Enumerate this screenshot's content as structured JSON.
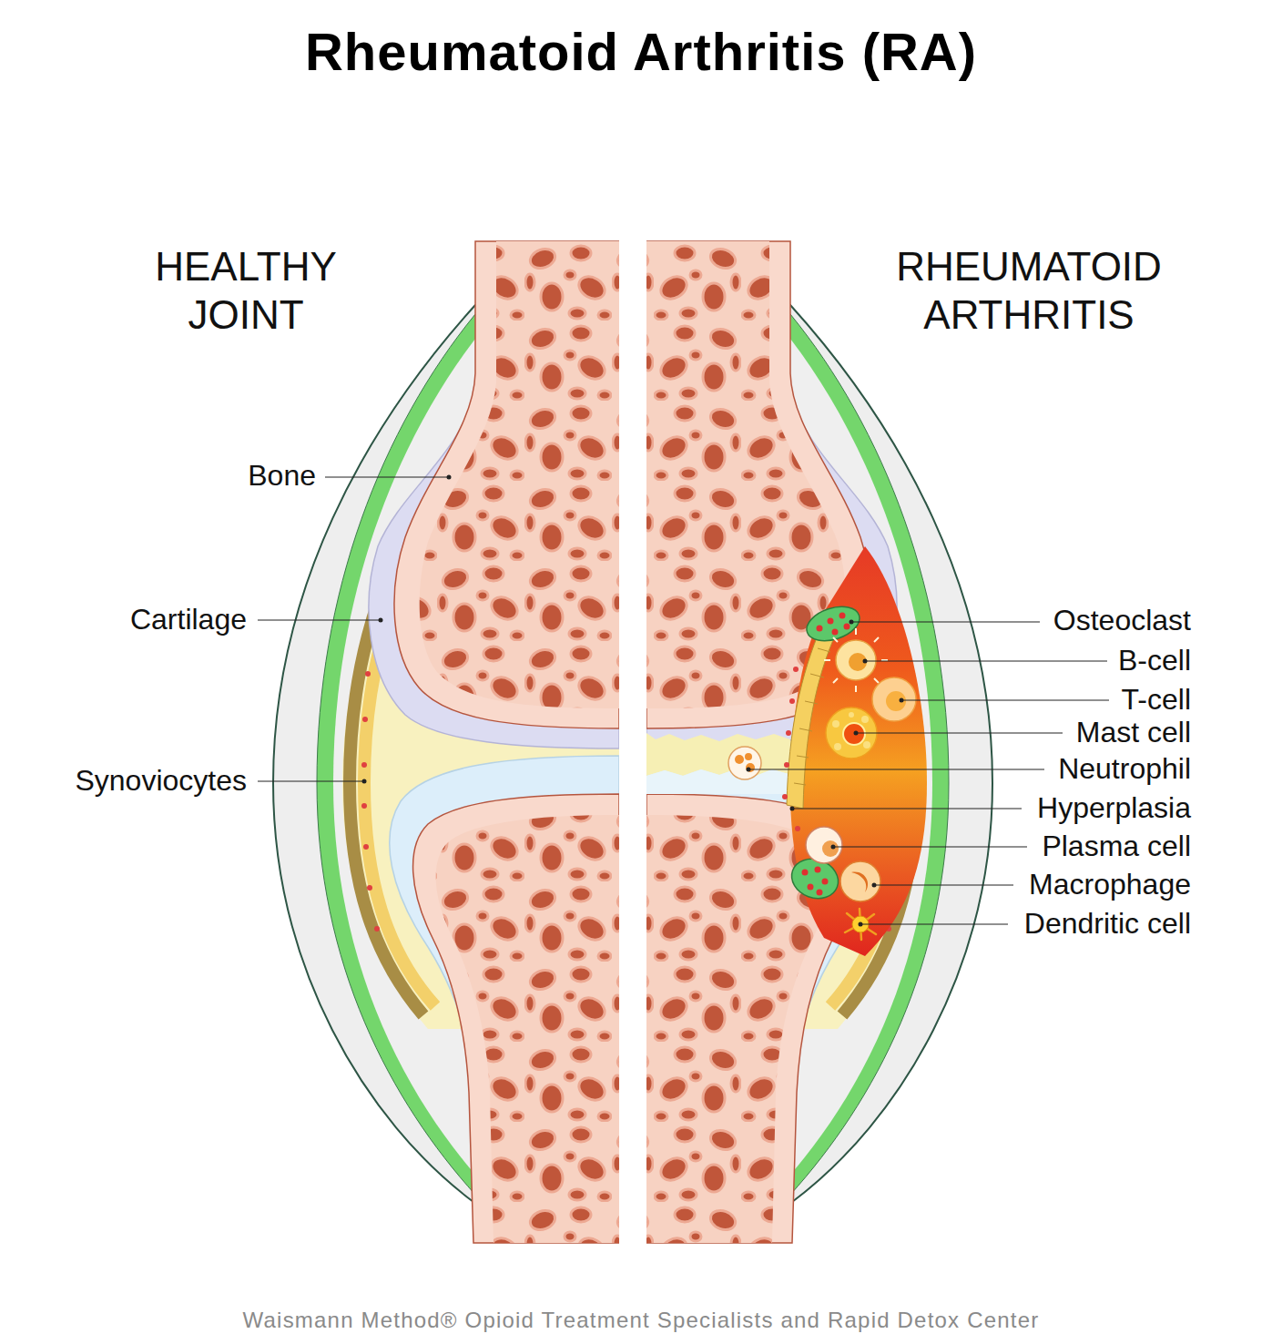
{
  "diagram": {
    "title": "Rheumatoid Arthritis (RA)",
    "labels": [
      "HEALTHY JOINT",
      "RHEUMATOID ARTHRITIS",
      "Bone",
      "Cartilage",
      "Synoviocytes",
      "Osteoclast",
      "B-cell",
      "T-cell",
      "Mast cell",
      "Neutrophil",
      "Hyperplasia",
      "Plasma cell",
      "Macrophage",
      "Dendritic cell",
      "Waismann Method® Opioid Treatment Specialists and Rapid Detox Center"
    ]
  }
}
